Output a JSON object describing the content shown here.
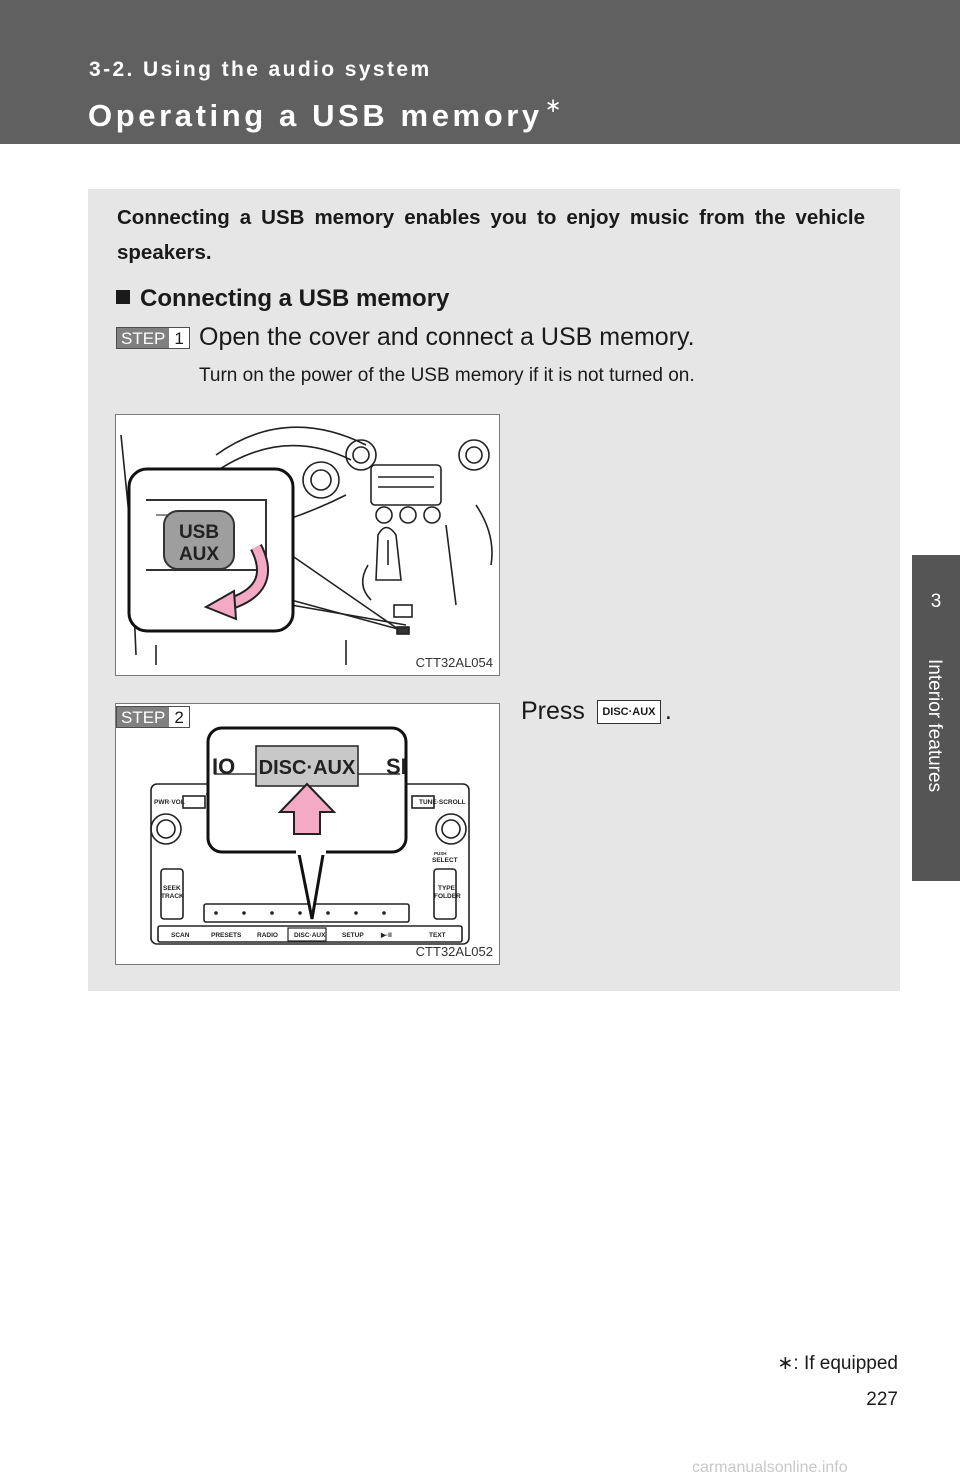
{
  "header": {
    "section": "3-2. Using the audio system",
    "title": "Operating a USB memory",
    "title_mark": "∗"
  },
  "side_tab": {
    "number": "3",
    "label": "Interior features"
  },
  "intro": "Connecting a USB memory enables you to enjoy music from the vehicle speakers.",
  "subheading": "Connecting a USB memory",
  "steps": [
    {
      "badge": "STEP",
      "number": "1",
      "text": "Open the cover and connect a USB memory.",
      "note": "Turn on the power of the USB memory if it is not turned on.",
      "figure": {
        "code": "CTT32AL054",
        "port_label_1": "USB",
        "port_label_2": "AUX"
      }
    },
    {
      "badge": "STEP",
      "number": "2",
      "text": "Press",
      "button": "DISC·AUX",
      "figure": {
        "code": "CTT32AL052",
        "zoom_left": "IO",
        "zoom_button": "DISC·AUX",
        "zoom_right": "SI",
        "pwr": "PWR·VOL",
        "tune": "TUNE·SCROLL",
        "push": "PUSH",
        "select": "SELECT",
        "seek1": "SEEK",
        "seek2": "TRACK",
        "type1": "TYPE",
        "type2": "FOLDER",
        "buttons": [
          "SCAN",
          "PRESETS",
          "RADIO",
          "DISC·AUX",
          "SETUP",
          "▶·II",
          "TEXT"
        ]
      }
    }
  ],
  "footnote": "∗: If equipped",
  "page_number": "227",
  "watermark": "carmanualsonline.info",
  "colors": {
    "header": "#606060",
    "panel": "#e6e6e6",
    "side_tab": "#555555",
    "arrow": "#f4a9c4"
  }
}
